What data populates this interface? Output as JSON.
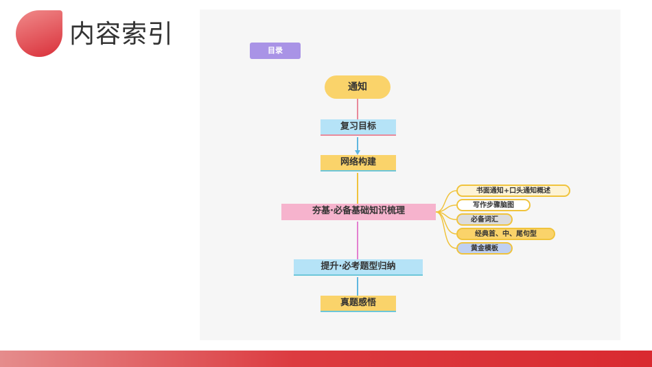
{
  "header": {
    "title": "内容索引"
  },
  "diagram": {
    "badge": "目录",
    "nodes": {
      "start": "通知",
      "goal": "复习目标",
      "network": "网络构建",
      "base": "夯基·必备基础知识梳理",
      "upgrade": "提升·必考题型归纳",
      "real": "真题感悟"
    },
    "branches": [
      "书面通知+口头通知概述",
      "写作步骤脑图",
      "必备词汇",
      "经典首、中、尾句型",
      "黄金模板"
    ]
  },
  "colors": {
    "accent_red": "#d9303a",
    "node_yellow": "#fad36a",
    "node_blue": "#b5e3f7",
    "node_pink": "#f6b3cd",
    "badge_purple": "#a993e6"
  }
}
